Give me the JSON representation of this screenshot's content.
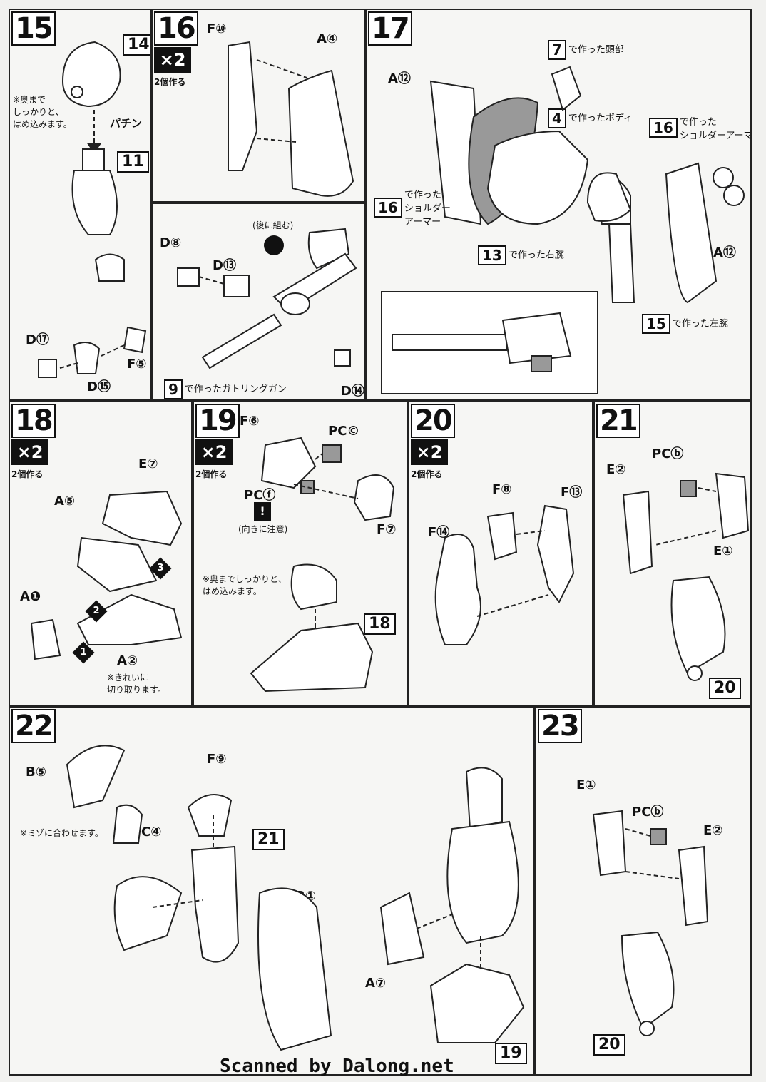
{
  "steps": {
    "s15": {
      "num": "15",
      "parts": {
        "p14": "14",
        "p11": "11",
        "d17": "D⑰",
        "f5": "F⑤",
        "d15": "D⑮"
      },
      "note": "※奥まで\nしっかりと、\nはめ込みます。",
      "snap": "パチン"
    },
    "s16": {
      "num": "16",
      "x2": "×2",
      "x2note": "2個作る",
      "parts": {
        "f10": "F⑩",
        "a4": "A④"
      }
    },
    "s16b": {
      "parts": {
        "d8": "D⑧",
        "d13": "D⑬",
        "d14": "D⑭"
      },
      "later": "(後に組む)",
      "ref9": "9",
      "ref9text": "で作ったガトリングガン"
    },
    "s17": {
      "num": "17",
      "parts": {
        "a12a": "A⑫",
        "a12b": "A⑫"
      },
      "refs": {
        "r7": "7",
        "r7text": "で作った頭部",
        "r4": "4",
        "r4text": "で作ったボディ",
        "r16": "16",
        "r16text": "で作った\nショルダーアーマー",
        "r16b": "16",
        "r16btext": "で作った\nショルダー\nアーマー",
        "r13": "13",
        "r13text": "で作った右腕",
        "r15": "15",
        "r15text": "で作った左腕"
      }
    },
    "s18": {
      "num": "18",
      "x2": "×2",
      "x2note": "2個作る",
      "parts": {
        "e7": "E⑦",
        "a5": "A⑤",
        "a1": "A❶",
        "a2": "A②"
      },
      "note": "※きれいに\n切り取ります。",
      "order": [
        "1",
        "2",
        "3"
      ]
    },
    "s19": {
      "num": "19",
      "x2": "×2",
      "x2note": "2個作る",
      "parts": {
        "f6": "F⑥",
        "pcc": "PC©",
        "pcf": "PCⓕ",
        "f7": "F⑦",
        "r18": "18"
      },
      "warn": "(向きに注意)",
      "note": "※奥までしっかりと、\nはめ込みます。"
    },
    "s20": {
      "num": "20",
      "x2": "×2",
      "x2note": "2個作る",
      "parts": {
        "f8": "F⑧",
        "f13": "F⑬",
        "f14": "F⑭"
      }
    },
    "s21": {
      "num": "21",
      "parts": {
        "pcb": "PCⓑ",
        "e2": "E②",
        "e1": "E①",
        "r20": "20"
      }
    },
    "s22": {
      "num": "22",
      "parts": {
        "b5": "B⑤",
        "c4": "C④",
        "f9": "F⑨",
        "r21": "21",
        "b1": "B①",
        "a7": "A⑦",
        "r19": "19"
      },
      "note": "※ミゾに合わせます。"
    },
    "s23": {
      "num": "23",
      "parts": {
        "e1": "E①",
        "pcb": "PCⓑ",
        "e2": "E②",
        "r20": "20"
      }
    }
  },
  "footer": "Scanned by Dalong.net"
}
